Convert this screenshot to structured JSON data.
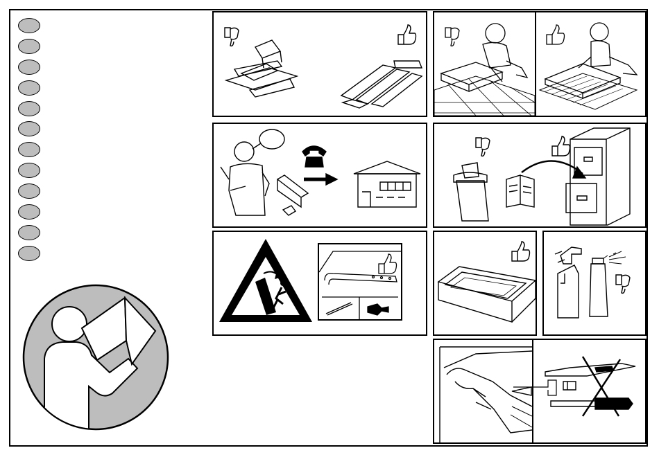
{
  "icons": {
    "bullet": "grey-oval-bullet",
    "reader": "person-reading-manual-icon",
    "thumbs_up": "thumbs-up-icon",
    "thumbs_down": "thumbs-down-icon",
    "phone": "telephone-icon",
    "warning": "tipping-furniture-warning-icon",
    "cross": "prohibited-x-icon"
  },
  "colors": {
    "line": "#000000",
    "bullet_fill": "#bdbdbd",
    "reader_fill": "#bdbdbd",
    "background": "#ffffff"
  },
  "bullets_count": 12,
  "panels": [
    "unpack-on-floor",
    "assemble-on-soft-surface",
    "damaged-parts-call-store",
    "keep-manual-in-file",
    "wall-anchor-warning",
    "do-not-store-in-damp",
    "cleaning-agents",
    "do-not-use-knife-to-open"
  ]
}
